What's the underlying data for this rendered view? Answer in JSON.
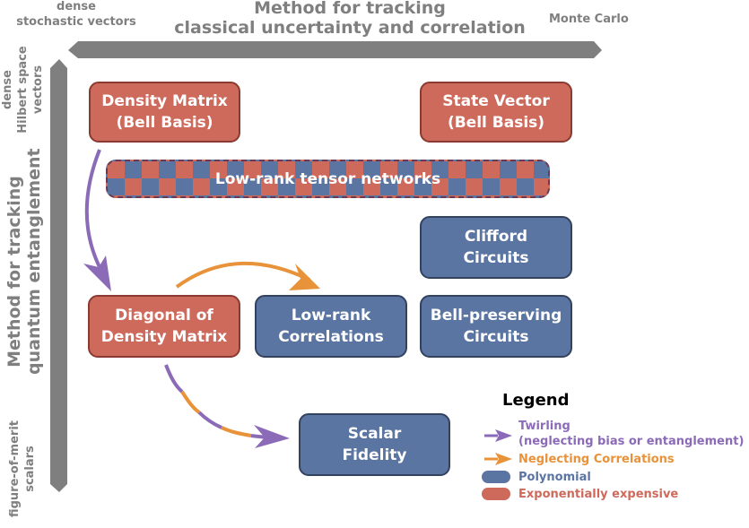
{
  "axes": {
    "horizontal": {
      "title_line1": "Method for tracking",
      "title_line2": "classical uncertainty and correlation",
      "left_label_line1": "dense",
      "left_label_line2": "stochastic vectors",
      "right_label": "Monte Carlo"
    },
    "vertical": {
      "title_line1": "Method for tracking",
      "title_line2": "quantum entanglement",
      "top_label_line1": "dense",
      "top_label_line2": "Hilbert space",
      "top_label_line3": "vectors",
      "bottom_label_line1": "figure-of-merit",
      "bottom_label_line2": "scalars"
    }
  },
  "nodes": {
    "density_matrix": {
      "label": "Density Matrix\n(Bell Basis)",
      "cost": "exponential"
    },
    "state_vector": {
      "label": "State Vector\n(Bell Basis)",
      "cost": "exponential"
    },
    "tensor_networks": {
      "label": "Low-rank tensor networks",
      "cost": "mixed"
    },
    "clifford": {
      "label": "Clifford\nCircuits",
      "cost": "polynomial"
    },
    "diagonal": {
      "label": "Diagonal of\nDensity Matrix",
      "cost": "exponential"
    },
    "low_rank_corr": {
      "label": "Low-rank\nCorrelations",
      "cost": "polynomial"
    },
    "bell_preserving": {
      "label": "Bell-preserving\nCircuits",
      "cost": "polynomial"
    },
    "scalar_fidelity": {
      "label": "Scalar\nFidelity",
      "cost": "polynomial"
    }
  },
  "edges": [
    {
      "from": "Density Matrix (Bell Basis)",
      "to": "Diagonal of Density Matrix",
      "type": "Twirling"
    },
    {
      "from": "Diagonal of Density Matrix",
      "to": "Low-rank Correlations",
      "type": "Neglecting Correlations"
    },
    {
      "from": "Diagonal of Density Matrix",
      "to": "Scalar Fidelity",
      "type": "Twirling + Neglecting Correlations"
    }
  ],
  "legend": {
    "title": "Legend",
    "twirling_line1": "Twirling",
    "twirling_line2": "(neglecting bias or entanglement)",
    "neglecting": "Neglecting Correlations",
    "polynomial": "Polynomial",
    "exponential": "Exponentially expensive"
  },
  "colors": {
    "exponential": "#cd6a5c",
    "polynomial": "#5a75a2",
    "twirling": "#8b6bb8",
    "neglecting": "#e8923a",
    "axis": "#7f7f7f"
  }
}
